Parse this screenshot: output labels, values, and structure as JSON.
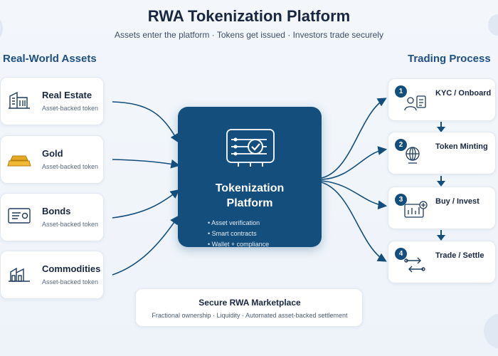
{
  "header": {
    "title": "RWA Tokenization Platform",
    "subtitle": "Assets enter the platform · Tokens get issued · Investors trade securely"
  },
  "left_section": {
    "title": "Real-World Assets",
    "assets": [
      {
        "name": "Real Estate",
        "sub": "Asset-backed token",
        "icon": "building-icon"
      },
      {
        "name": "Gold",
        "sub": "Asset-backed token",
        "icon": "gold-bars-icon"
      },
      {
        "name": "Bonds",
        "sub": "Asset-backed token",
        "icon": "certificate-icon"
      },
      {
        "name": "Commodities",
        "sub": "Asset-backed token",
        "icon": "warehouse-icon"
      }
    ]
  },
  "hub": {
    "title_line1": "Tokenization",
    "title_line2": "Platform",
    "icon": "chip-check-icon",
    "features": [
      "• Asset verification",
      "• Smart contracts",
      "• Wallet + compliance"
    ]
  },
  "right_section": {
    "title": "Trading Process",
    "steps": [
      {
        "num": "1",
        "label": "KYC / Onboard",
        "icon": "user-document-icon"
      },
      {
        "num": "2",
        "label": "Token Minting",
        "icon": "globe-coin-icon"
      },
      {
        "num": "3",
        "label": "Buy / Invest",
        "icon": "chart-plus-icon"
      },
      {
        "num": "4",
        "label": "Trade / Settle",
        "icon": "swap-arrows-icon"
      }
    ]
  },
  "marketplace": {
    "title": "Secure RWA Marketplace",
    "subtitle": "Fractional ownership · Liquidity · Automated asset-backed settlement"
  },
  "colors": {
    "primary": "#134e7c",
    "accent": "#1f4f82",
    "background": "#f3f7fc",
    "card": "#ffffff"
  }
}
